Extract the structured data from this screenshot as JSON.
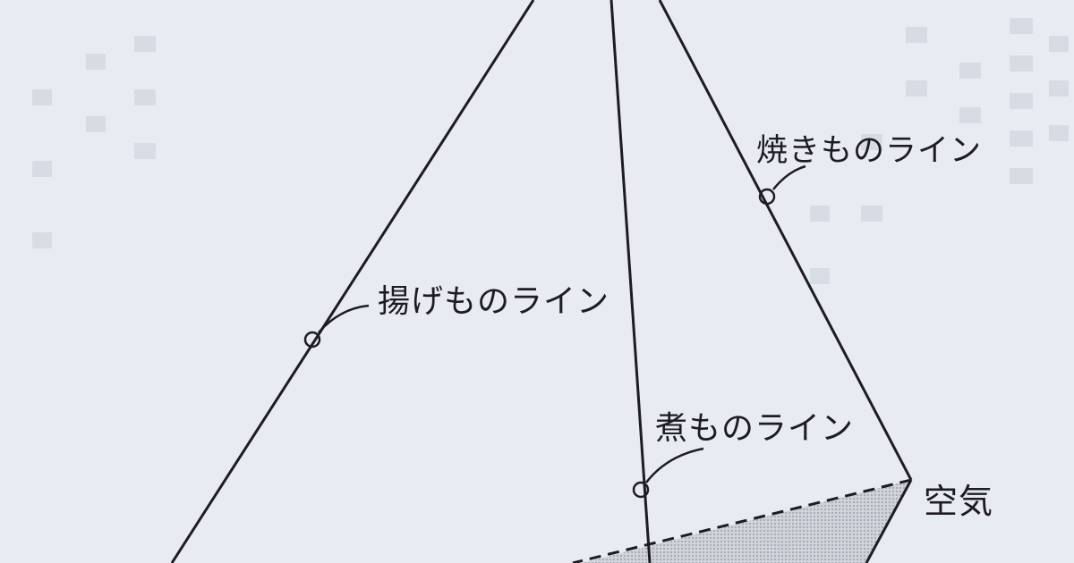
{
  "diagram": {
    "labels": {
      "grill": "焼きものライン",
      "fry": "揚げものライン",
      "simmer": "煮ものライン",
      "air": "空気"
    }
  },
  "colors": {
    "paper": "#e8ecf2",
    "ink": "#1c1c22",
    "shade": "#c4c8d0"
  }
}
